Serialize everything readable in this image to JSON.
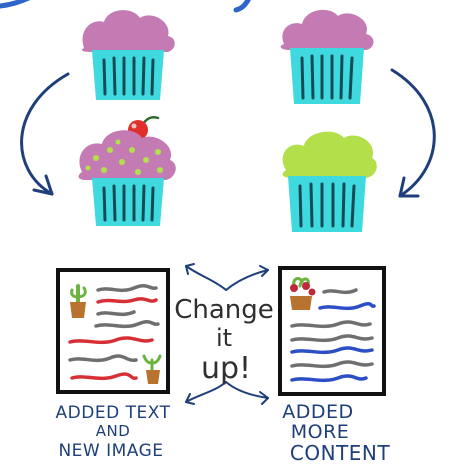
{
  "center_text": {
    "line1": "Change",
    "line2": "it",
    "line3": "up!"
  },
  "left_caption": {
    "line1": "ADDED TEXT",
    "line2": "AND",
    "line3": "NEW IMAGE"
  },
  "right_caption": {
    "line1": "ADDED",
    "line2": "MORE",
    "line3": "CONTENT"
  },
  "colors": {
    "frosting_pink": "#c47bb4",
    "frosting_green": "#b2df4a",
    "wrapper_cyan": "#3fd9e0",
    "stripe_dark": "#164a55",
    "arrow_navy": "#1f3f7a",
    "cherry_red": "#e0302c",
    "sprinkle_green": "#b2df4a",
    "text_red": "#d62f35",
    "text_gray": "#6f6f6f",
    "text_blue": "#2c4ec6",
    "plant_green": "#6db33f",
    "pot_brown": "#b8732f",
    "berry_red": "#c0293c",
    "badge_blue": "#2d65c8"
  }
}
